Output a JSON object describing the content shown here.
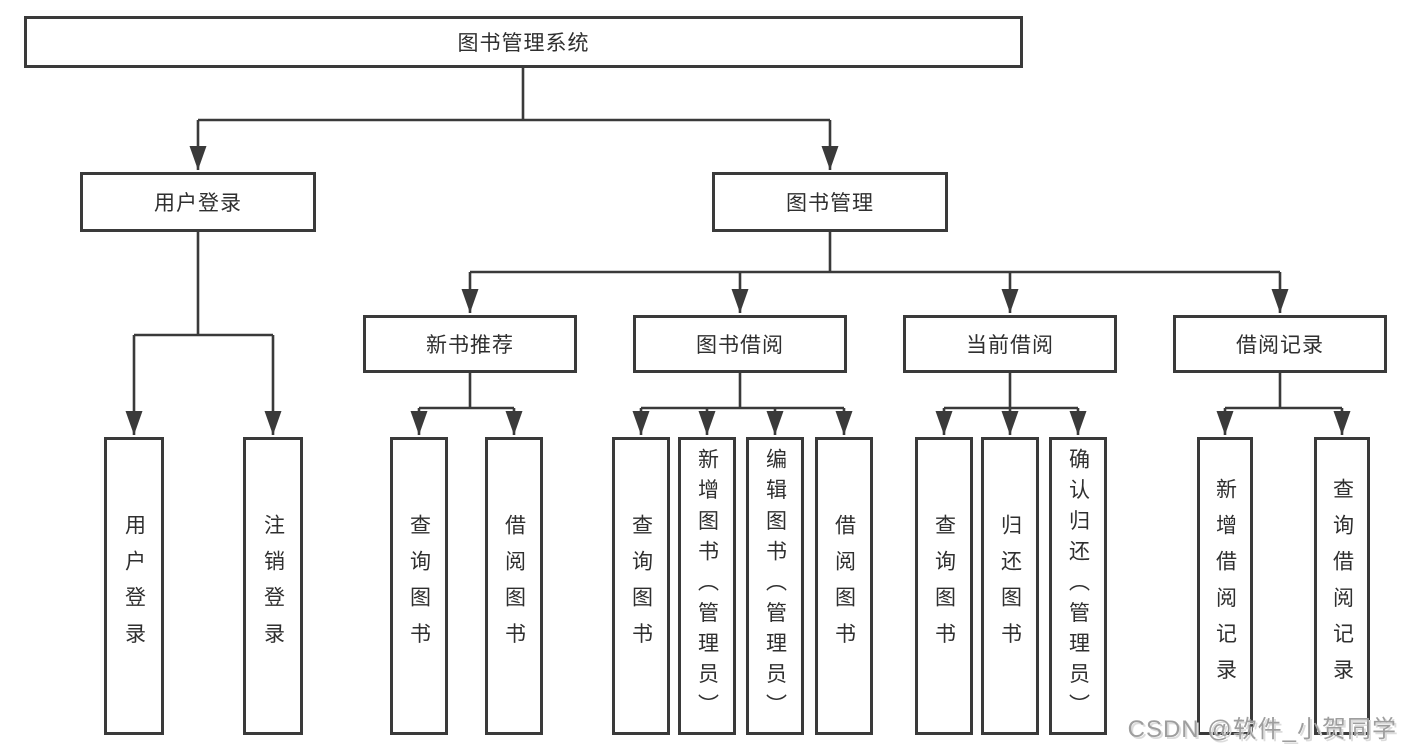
{
  "diagram": {
    "root": {
      "label": "图书管理系统"
    },
    "branches": [
      {
        "label": "用户登录"
      },
      {
        "label": "图书管理"
      }
    ],
    "modules": [
      {
        "label": "新书推荐"
      },
      {
        "label": "图书借阅"
      },
      {
        "label": "当前借阅"
      },
      {
        "label": "借阅记录"
      }
    ],
    "leaves": [
      {
        "label": "用户登录"
      },
      {
        "label": "注销登录"
      },
      {
        "label": "查询图书"
      },
      {
        "label": "借阅图书"
      },
      {
        "label": "查询图书"
      },
      {
        "label": "新增图书（管理员）"
      },
      {
        "label": "编辑图书（管理员）"
      },
      {
        "label": "借阅图书"
      },
      {
        "label": "查询图书"
      },
      {
        "label": "归还图书"
      },
      {
        "label": "确认归还（管理员）"
      },
      {
        "label": "新增借阅记录"
      },
      {
        "label": "查询借阅记录"
      }
    ]
  },
  "watermark": {
    "text": "CSDN @软件_小贺同学"
  },
  "colors": {
    "line": "#3a3a3a",
    "text": "#2f2f2f",
    "box_background": "#ffffff",
    "watermark": "#9e9e9e"
  }
}
